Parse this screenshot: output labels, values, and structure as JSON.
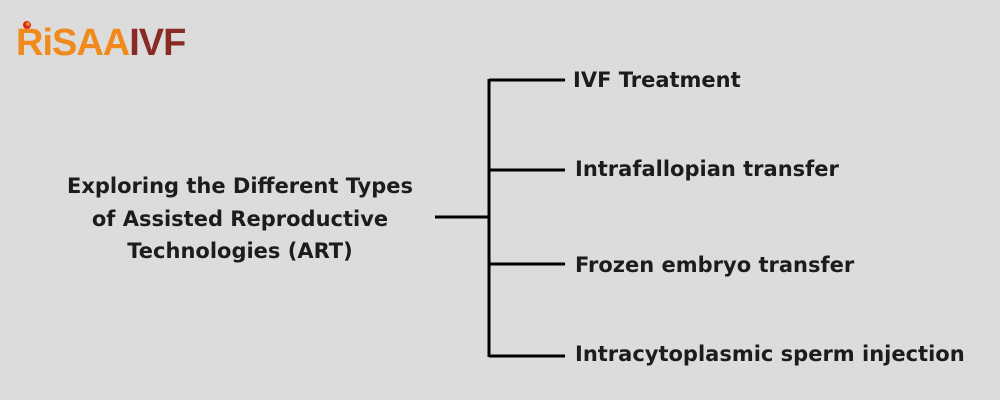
{
  "logo": {
    "part1": "RiSAA",
    "part2": "IVF",
    "accent_color": "#f08a1c",
    "secondary_color": "#8a2a24"
  },
  "root": {
    "lines": [
      "Exploring the Different Types",
      "of Assisted Reproductive",
      "Technologies (ART)"
    ]
  },
  "branches": [
    {
      "label": "IVF Treatment"
    },
    {
      "label": "Intrafallopian transfer"
    },
    {
      "label": "Frozen embryo transfer"
    },
    {
      "label": "Intracytoplasmic sperm injection"
    }
  ],
  "colors": {
    "background": "#dcdcdc",
    "text": "#1c1c1c",
    "line": "#000000"
  }
}
